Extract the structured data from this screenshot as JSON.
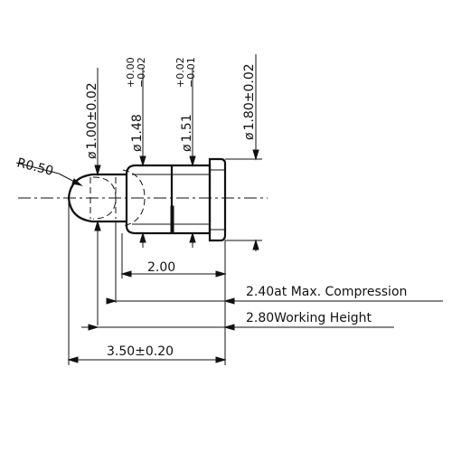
{
  "drawing": {
    "radius": "R0.50",
    "diameters": [
      {
        "symbol": "ø",
        "value": "1.00±0.02"
      },
      {
        "symbol": "ø",
        "value": "1.48",
        "tol_upper": "+0.00",
        "tol_lower": "−0.02"
      },
      {
        "symbol": "ø",
        "value": "1.51",
        "tol_upper": "+0.02",
        "tol_lower": "−0.01"
      },
      {
        "symbol": "ø",
        "value": "1.80±0.02"
      }
    ],
    "lengths": {
      "barrel": "2.00",
      "max_compression": "2.40at Max. Compression",
      "working_height": "2.80Working Height",
      "overall": "3.50±0.20"
    }
  }
}
